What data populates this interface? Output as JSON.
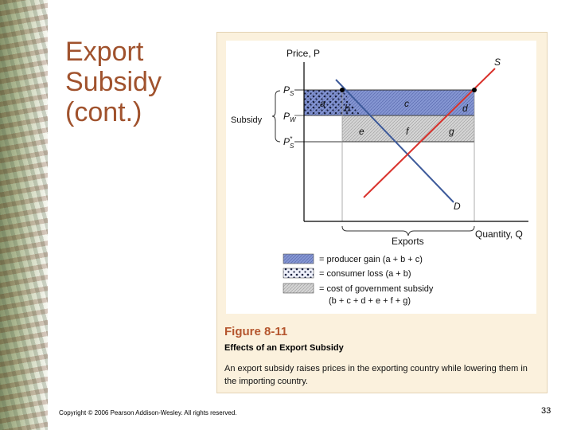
{
  "slide": {
    "title_lines": [
      "Export",
      "Subsidy",
      "(cont.)"
    ],
    "copyright": "Copyright © 2006 Pearson Addison-Wesley. All rights reserved.",
    "page_number": "33"
  },
  "figure": {
    "number": "Figure 8-11",
    "caption": "Effects of an Export Subsidy",
    "description": "An export subsidy raises prices in the exporting country while lowering them in the importing country."
  },
  "diagram": {
    "y_axis_label": "Price, P",
    "x_axis_label": "Quantity, Q",
    "supply_label": "S",
    "demand_label": "D",
    "price_levels": {
      "ps": {
        "base": "P",
        "sub": "S"
      },
      "pw": {
        "base": "P",
        "sub": "W"
      },
      "ps_star": {
        "base": "P",
        "sup": "*",
        "sub": "S"
      }
    },
    "subsidy_label": "Subsidy",
    "exports_label": "Exports",
    "area_labels": [
      "a",
      "b",
      "c",
      "d",
      "e",
      "f",
      "g"
    ],
    "legend": [
      {
        "name": "producer-gain",
        "label": "= producer gain (a + b + c)"
      },
      {
        "name": "consumer-loss",
        "label": "= consumer loss (a + b)"
      },
      {
        "name": "government-cost",
        "label_lines": [
          "= cost of government subsidy",
          "(b + c + d + e + f + g)"
        ]
      }
    ],
    "colors": {
      "supply": "#d9322c",
      "demand": "#3d5a9a",
      "producer_gain": "#8596d2",
      "government_cost": "#c8c8c8",
      "figure_number": "#b5562e",
      "title": "#a0522d"
    }
  }
}
